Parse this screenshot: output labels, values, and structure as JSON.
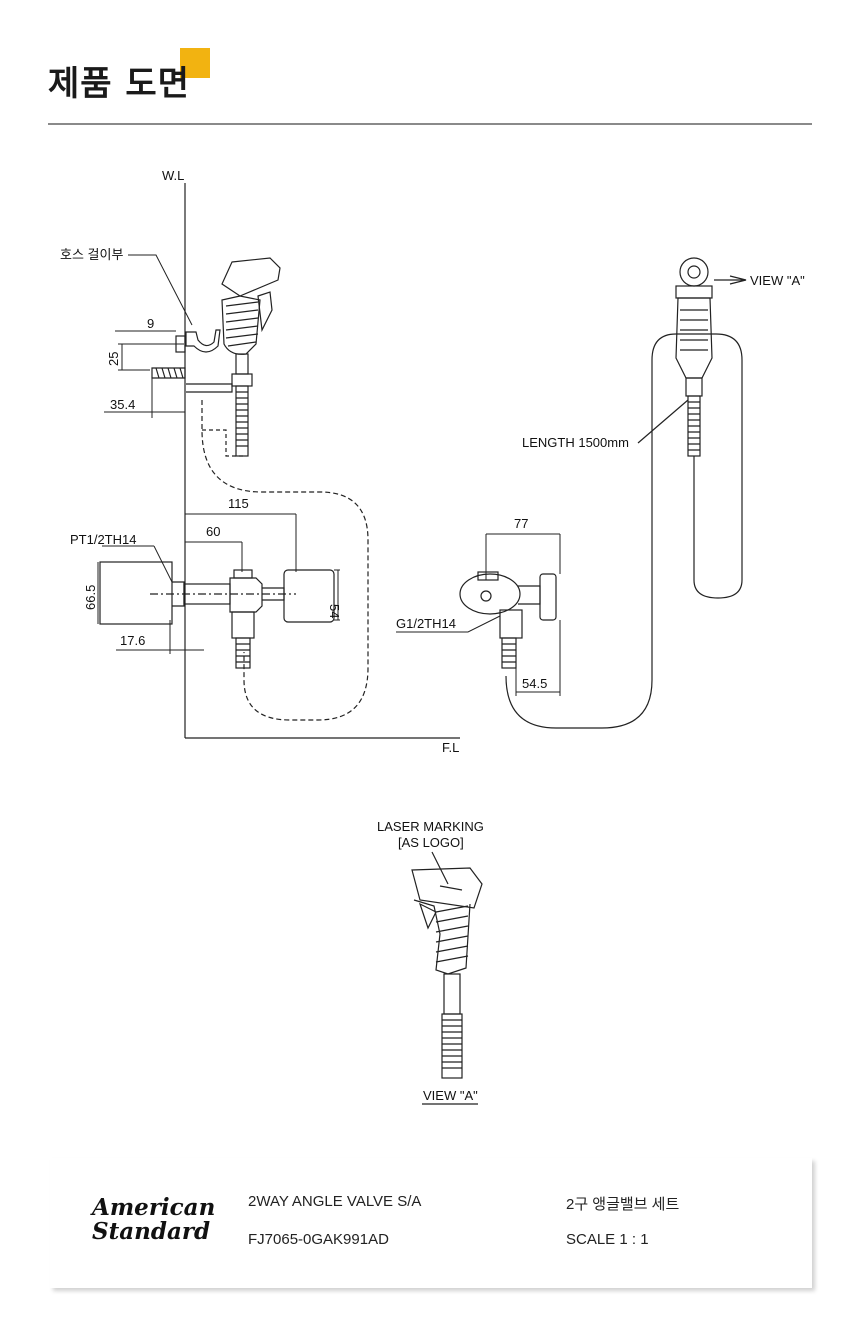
{
  "header": {
    "title": "제품 도면"
  },
  "drawing": {
    "wl": "W.L",
    "fl": "F.L",
    "hose_hook": "호스 걸이부",
    "dim_9": "9",
    "dim_25": "25",
    "dim_35_4": "35.4",
    "dim_115": "115",
    "dim_60": "60",
    "pt_thread": "PT1/2TH14",
    "dim_66_5": "66.5",
    "dim_54": "54",
    "dim_17_6": "17.6",
    "dim_77": "77",
    "g_thread": "G1/2TH14",
    "dim_54_5": "54.5",
    "length": "LENGTH 1500mm",
    "view_a_pointer": "VIEW \"A\"",
    "laser_marking": "LASER MARKING",
    "as_logo": "[AS LOGO]",
    "view_a_caption": "VIEW \"A\""
  },
  "footer": {
    "brand_line1": "American",
    "brand_line2": "Standard",
    "product_en": "2WAY ANGLE VALVE S/A",
    "product_ko": "2구 앵글밸브 세트",
    "model": "FJ7065-0GAK991AD",
    "scale": "SCALE  1 : 1"
  }
}
